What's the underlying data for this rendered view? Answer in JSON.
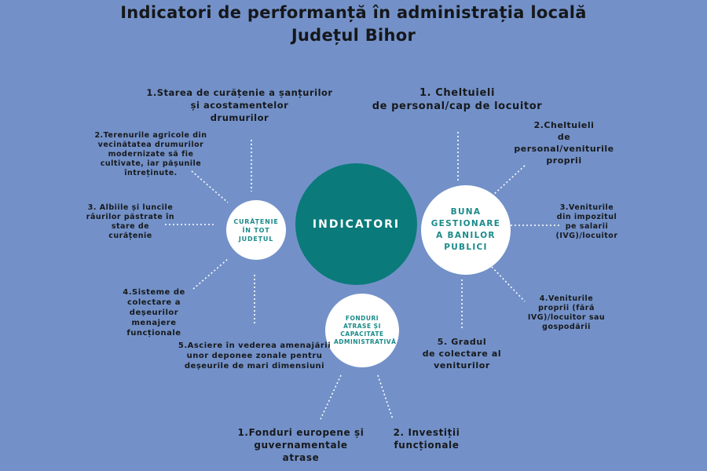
{
  "title": {
    "line1": "Indicatori de performanță în administrația locală",
    "line2": "Județul Bihor"
  },
  "center": {
    "label": "INDICATORI"
  },
  "groups": {
    "curatenie": {
      "label": "CURĂȚENIE ÎN TOT JUDEȚUL",
      "items": [
        "1.Starea de curățenie a șanțurilor\nși acostamentelor\ndrumurilor",
        "2.Terenurile agricole din\nvecinătatea drumurilor\nmodernizate să fie\ncultivate, iar pășunile\nîntreținute.",
        "3. Albiile și luncile\nrâurilor păstrate în\nstare de\ncurățenie",
        "4.Sisteme de\ncolectare a\ndeșeurilor menajere\nfuncționale",
        "5.Asciere în vederea amenajării\nunor deponee zonale pentru\ndeșeurile de mari dimensiuni"
      ]
    },
    "buna_gestionare": {
      "label": "BUNA GESTIONARE A BANILOR PUBLICI",
      "items": [
        "1.       Cheltuieli\nde personal/cap de locuitor",
        "2.Cheltuieli\nde\npersonal/veniturile\nproprii",
        "3.Veniturile\ndin impozitul\npe salarii\n(IVG)/locuitor",
        "4.Veniturile\nproprii (fără\nIVG)/locuitor sau\ngospodării",
        "5. Gradul\nde colectare al\nveniturilor"
      ]
    },
    "fonduri": {
      "label": "FONDURI ATRASE ȘI CAPACITATE ADMINISTRATIVĂ",
      "items": [
        "1.Fonduri europene și\nguvernamentale\natrase",
        "2. Investiții\nfuncționale"
      ]
    }
  },
  "colors": {
    "background": "#7391c8",
    "center_fill": "#0a7a7a",
    "accent_text": "#1b8a8a",
    "circle_fill": "#ffffff"
  }
}
